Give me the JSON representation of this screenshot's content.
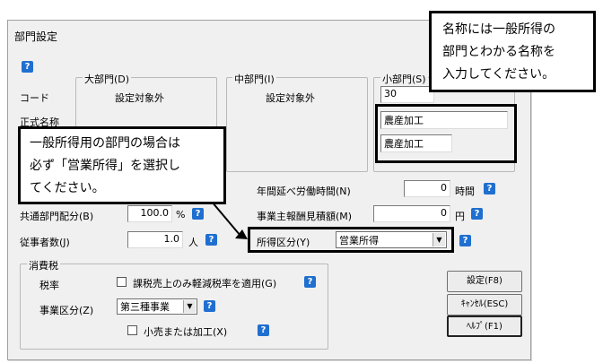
{
  "dialog": {
    "title": "部門設定"
  },
  "headers": {
    "large": "大部門(D)",
    "medium": "中部門(I)",
    "small": "小部門(S)"
  },
  "rows": {
    "code": "コード",
    "official": "正式名称"
  },
  "large": {
    "value": "設定対象外"
  },
  "medium": {
    "value": "設定対象外"
  },
  "small": {
    "code": "30",
    "official_name": "農産加工",
    "short_name": "農産加工"
  },
  "fields": {
    "labor_hours_label": "年間延べ労働時間(N)",
    "labor_hours_value": "0",
    "labor_hours_unit": "時間",
    "owner_pay_label": "事業主報酬見積額(M)",
    "owner_pay_value": "0",
    "owner_pay_unit": "円",
    "common_alloc_label": "共通部門配分(B)",
    "common_alloc_value": "100.0",
    "common_alloc_unit": "%",
    "employees_label": "従事者数(J)",
    "employees_value": "1.0",
    "employees_unit": "人",
    "income_type_label": "所得区分(Y)",
    "income_type_value": "営業所得"
  },
  "tax": {
    "group_label": "消費税",
    "rate_label": "税率",
    "reduced_rate_label": "課税売上のみ軽減税率を適用(G)",
    "business_type_label": "事業区分(Z)",
    "business_type_value": "第三種事業",
    "retail_label": "小売または加工(X)"
  },
  "buttons": {
    "settings": "設定(F8)",
    "cancel": "ｷｬﾝｾﾙ(ESC)",
    "help": "ﾍﾙﾌﾟ(F1)"
  },
  "callouts": {
    "top_right": [
      "名称には一般所得の",
      "部門とわかる名称を",
      "入力してください。"
    ],
    "left": [
      "一般所得用の部門の場合は",
      "必ず「営業所得」を選択し",
      "てください。"
    ]
  },
  "colors": {
    "help_icon": "#1f6fd0",
    "dialog_bg": "#f0f0f0"
  }
}
